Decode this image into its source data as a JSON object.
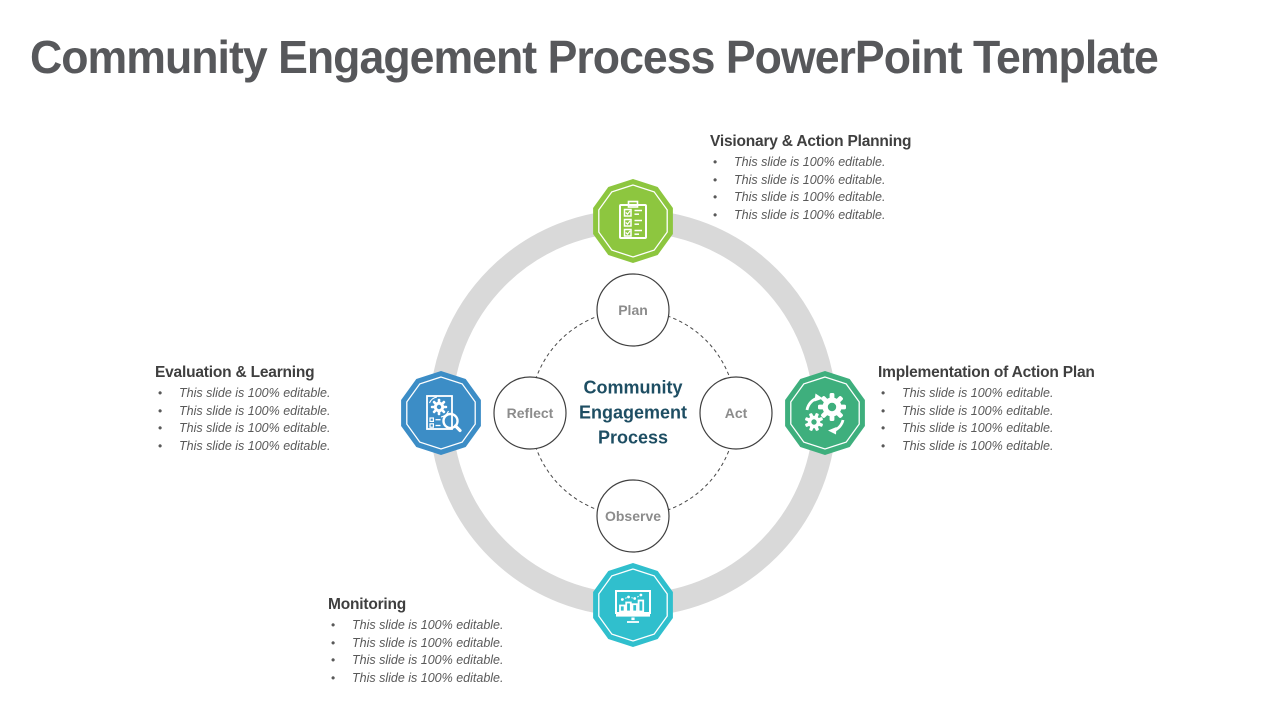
{
  "title": "Community Engagement Process PowerPoint Template",
  "center": {
    "label": "Community Engagement Process"
  },
  "nodes": [
    {
      "label": "Plan"
    },
    {
      "label": "Act"
    },
    {
      "label": "Observe"
    },
    {
      "label": "Reflect"
    }
  ],
  "blocks": [
    {
      "heading": "Visionary & Action Planning",
      "bullets": [
        "This slide is 100% editable.",
        "This slide is 100% editable.",
        "This slide is 100% editable.",
        "This slide is 100% editable."
      ]
    },
    {
      "heading": "Implementation of Action Plan",
      "bullets": [
        "This slide is 100% editable.",
        "This slide is 100% editable.",
        "This slide is 100% editable.",
        "This slide is 100% editable."
      ]
    },
    {
      "heading": "Evaluation & Learning",
      "bullets": [
        "This slide is 100% editable.",
        "This slide is 100% editable.",
        "This slide is 100% editable.",
        "This slide is 100% editable."
      ]
    },
    {
      "heading": "Monitoring",
      "bullets": [
        "This slide is 100% editable.",
        "This slide is 100% editable.",
        "This slide is 100% editable.",
        "This slide is 100% editable."
      ]
    }
  ],
  "icons": {
    "top": "checklist-clipboard-icon",
    "right": "gears-sync-icon",
    "bottom": "monitor-analytics-icon",
    "left": "document-review-icon"
  },
  "colors": {
    "green": "#8DC63F",
    "emerald": "#3EAF7D",
    "cyan": "#30BFCD",
    "blue": "#3C8DC6",
    "ring": "#D9D9D9",
    "dashed": "#474747",
    "center_text": "#1E4E63",
    "title_text": "#57585B",
    "heading_text": "#3F3F3F",
    "bullet_text": "#595959",
    "node_label": "#8C8C8C"
  }
}
